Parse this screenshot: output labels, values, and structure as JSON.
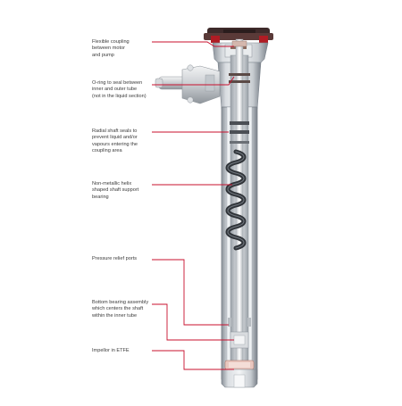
{
  "callouts": [
    {
      "id": "flexible-coupling",
      "text": "Flexible coupling\nbetween motor\nand pump"
    },
    {
      "id": "o-ring",
      "text": "O-ring to seal between\ninner and outer tube\n(not in the liquid section)"
    },
    {
      "id": "radial-shaft-seals",
      "text": "Radial shaft seals to\nprevent liquid and/or\nvapours entering the\ncoupling area"
    },
    {
      "id": "helix-bearing",
      "text": "Non-metallic helix\nshaped shaft support\nbearing"
    },
    {
      "id": "pressure-relief",
      "text": "Pressure relief ports"
    },
    {
      "id": "bottom-bearing",
      "text": "Bottom bearing assembly\nwhich centers the shaft\nwithin the inner tube"
    },
    {
      "id": "impellor",
      "text": "Impellor in ETFE"
    }
  ],
  "colors": {
    "leader_line": "#c8102e",
    "label_text": "#3c3c3c",
    "tube_dark": "#7d858e",
    "tube_light": "#e4e8ec",
    "helix": "#2f3338",
    "motor_housing": "#3e2a2a",
    "motor_red": "#b01c24"
  }
}
